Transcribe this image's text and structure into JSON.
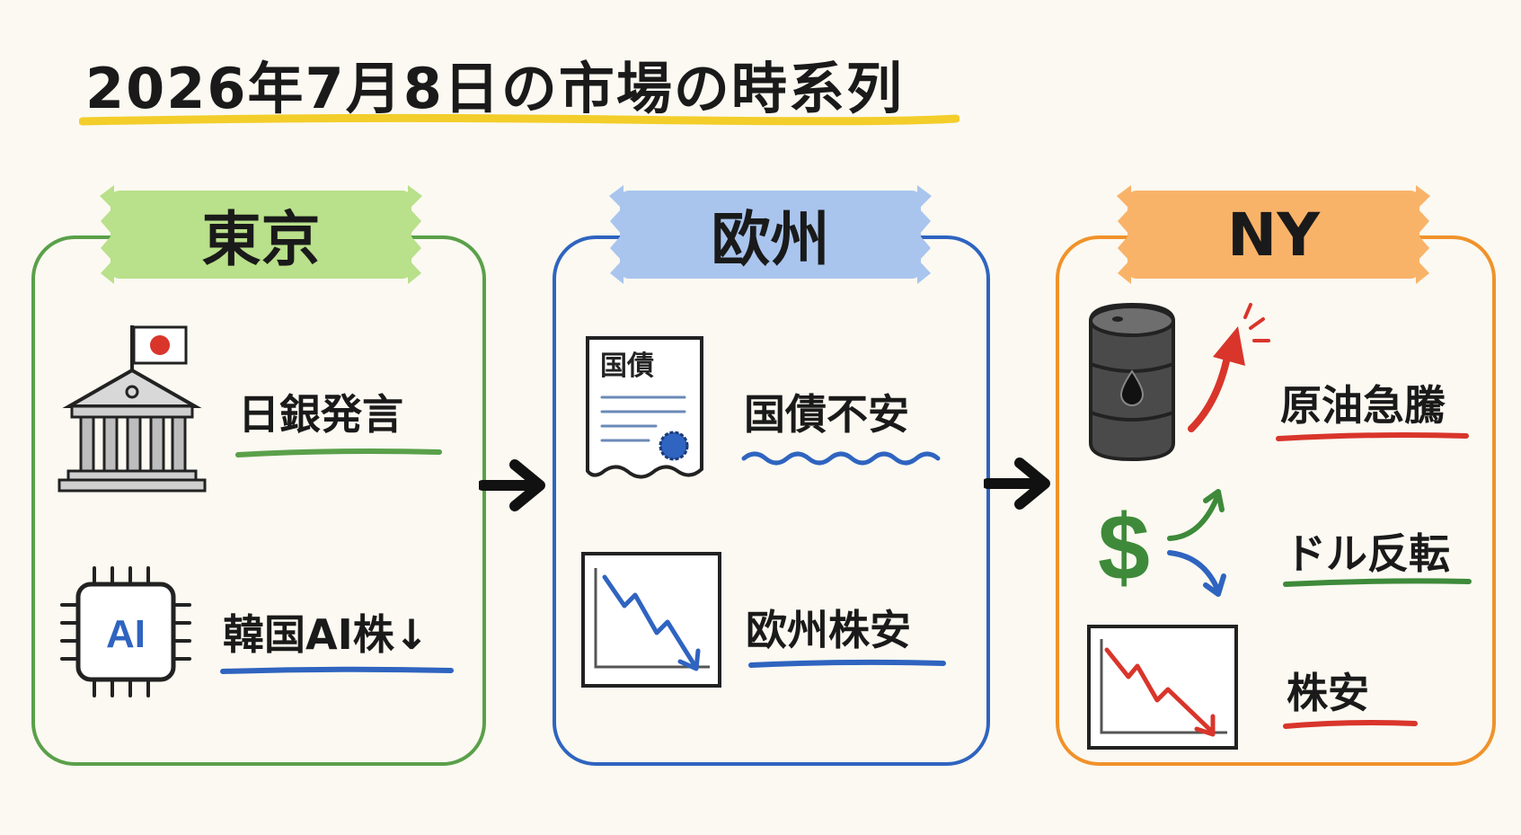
{
  "title": "2026年7月8日の市場の時系列",
  "colors": {
    "tokyo": "#5aa04a",
    "europe": "#2f64c0",
    "ny": "#f0922a",
    "highlight_yellow": "#f3cd2a",
    "red": "#d9352b"
  },
  "panels": {
    "tokyo": {
      "title": "東京",
      "items": [
        {
          "icon": "bank-with-japan-flag-icon",
          "label": "日銀発言"
        },
        {
          "icon": "ai-chip-icon",
          "chip_text": "AI",
          "label": "韓国AI株↓"
        }
      ]
    },
    "europe": {
      "title": "欧州",
      "items": [
        {
          "icon": "bond-certificate-icon",
          "doc_text": "国債",
          "label": "国債不安"
        },
        {
          "icon": "falling-chart-icon",
          "label": "欧州株安"
        }
      ]
    },
    "ny": {
      "title": "NY",
      "items": [
        {
          "icon": "oil-barrel-rising-icon",
          "label": "原油急騰"
        },
        {
          "icon": "dollar-reversal-icon",
          "symbol": "$",
          "label": "ドル反転"
        },
        {
          "icon": "falling-chart-red-icon",
          "label": "株安"
        }
      ]
    }
  }
}
